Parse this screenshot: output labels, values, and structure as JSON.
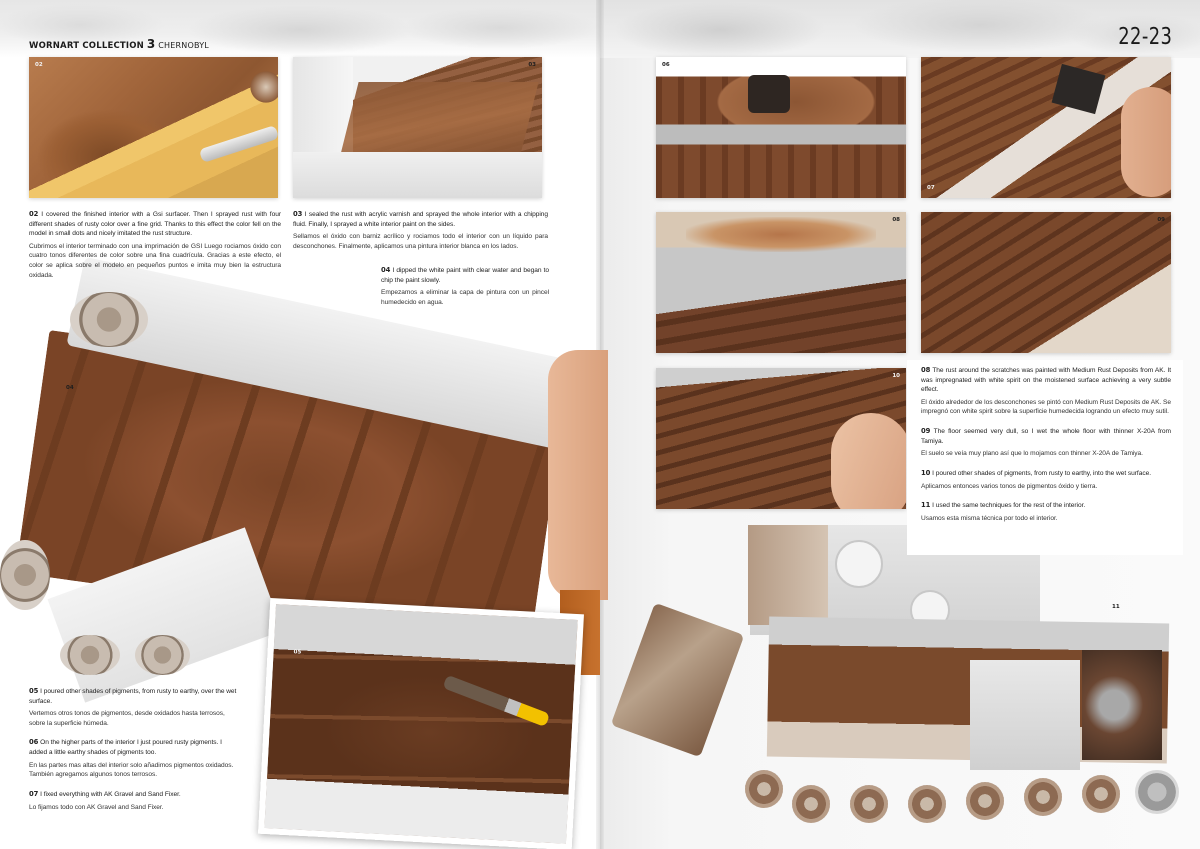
{
  "header": {
    "series": "WORNART COLLECTION",
    "volume": "3",
    "subtitle": "CHERNOBYL",
    "page_numbers": "22-23"
  },
  "photos": [
    {
      "id": "02",
      "description": "Airbrushing rust over a grid onto hull interior"
    },
    {
      "id": "03",
      "description": "Interior sprayed white over sealed rust"
    },
    {
      "id": "04",
      "description": "Chipping white paint with wet brush, hull interior"
    },
    {
      "id": "05",
      "description": "Pouring pigments with brush into wet floor"
    },
    {
      "id": "06",
      "description": "Hull side with seat, applying rust with brush"
    },
    {
      "id": "07",
      "description": "Hand chipping paint with tool"
    },
    {
      "id": "08",
      "description": "Rust around scratches with brush"
    },
    {
      "id": "09",
      "description": "Floor wet with thinner"
    },
    {
      "id": "10",
      "description": "Brushing pigments into wet surface"
    },
    {
      "id": "11",
      "description": "Finished interior, whole vehicle with detached parts"
    }
  ],
  "steps": [
    {
      "num": "02",
      "en": "I covered the finished interior with a Gsi surfacer. Then I sprayed rust with four different shades of rusty color over a fine grid. Thanks to this effect the color fell on the model in small dots and nicely imitated the rust structure.",
      "es": "Cubrimos el interior terminado con una imprimación de GSI Luego rociamos óxido con cuatro tonos diferentes de color sobre una fina cuadrícula. Gracias a este efecto, el color se aplica sobre el modelo en pequeños puntos e imita muy bien la estructura oxidada."
    },
    {
      "num": "03",
      "en": "I sealed the rust with acrylic varnish and sprayed the whole interior with a chipping fluid. Finally, I sprayed a white interior paint on the sides.",
      "es": "Sellamos el óxido con barniz acrílico y rociamos todo el interior con un líquido para desconchones. Finalmente, aplicamos una pintura interior blanca en los lados."
    },
    {
      "num": "04",
      "en": "I dipped the white paint with clear water and began to chip the paint slowly.",
      "es": "Empezamos a eliminar la capa de pintura con un pincel humedecido en agua."
    },
    {
      "num": "05",
      "en": "I poured other shades of pigments, from rusty to earthy, over the wet surface.",
      "es": "Vertemos otros tonos de pigmentos, desde oxidados hasta terrosos, sobre la superficie húmeda."
    },
    {
      "num": "06",
      "en": "On the higher parts of the interior I just poured rusty pigments. I added a little earthy shades of pigments too.",
      "es": "En las partes mas altas del interior solo añadimos pigmentos oxidados. También agregamos algunos tonos terrosos."
    },
    {
      "num": "07",
      "en": "I fixed everything with AK Gravel and Sand Fixer.",
      "es": "Lo fijamos todo con AK Gravel and Sand Fixer."
    },
    {
      "num": "08",
      "en": "The rust around the scratches was painted with Medium Rust Deposits from AK. It was impregnated with white spirit on the moistened surface achieving a very subtle effect.",
      "es": "El óxido alrededor de los desconchones se pintó con Medium Rust Deposits de AK. Se impregnó con white spirit sobre la superficie humedecida logrando un efecto muy sutil."
    },
    {
      "num": "09",
      "en": "The floor seemed very dull, so I wet the whole floor with thinner X-20A from Tamiya.",
      "es": "El suelo se veía muy plano así que lo mojamos con thinner X-20A de Tamiya."
    },
    {
      "num": "10",
      "en": "I poured other shades of pigments, from rusty to earthy, into the wet surface.",
      "es": "Aplicamos entonces varios tonos de pigmentos óxido y tierra."
    },
    {
      "num": "11",
      "en": "I used the same techniques for the rest of the interior.",
      "es": "Usamos esta misma técnica por todo el interior."
    }
  ],
  "colors": {
    "rust": "#7a4628",
    "page_bg": "#ffffff",
    "text": "#1c1c1c"
  }
}
